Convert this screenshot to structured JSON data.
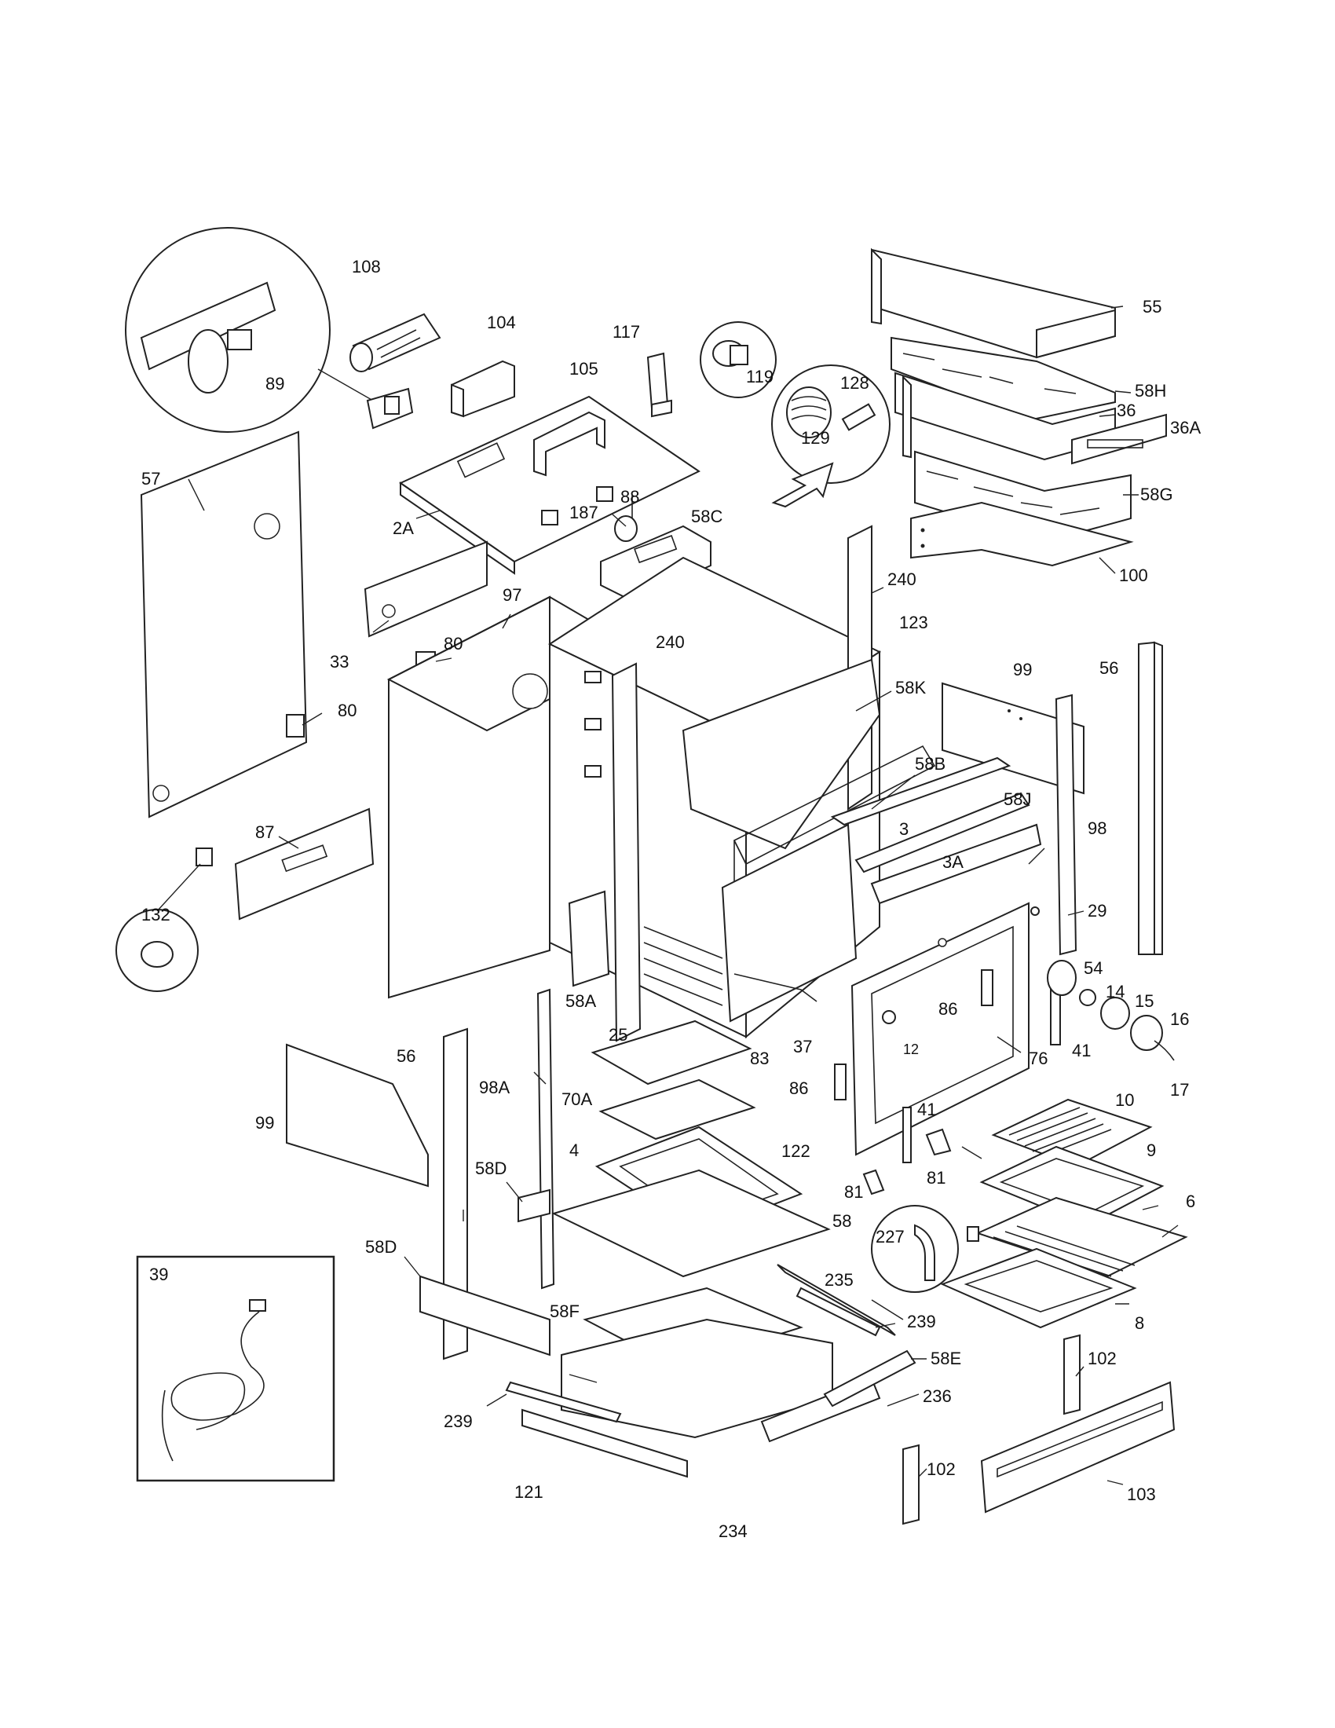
{
  "labels": {
    "l55": "55",
    "l58H": "58H",
    "l36": "36",
    "l36A": "36A",
    "l58G": "58G",
    "l100": "100",
    "l108": "108",
    "l104": "104",
    "l117": "117",
    "l119": "119",
    "l128": "128",
    "l129": "129",
    "l105": "105",
    "l89": "89",
    "l57": "57",
    "l2A": "2A",
    "l187": "187",
    "l88": "88",
    "l58C": "58C",
    "l240a": "240",
    "l240b": "240",
    "l123": "123",
    "l97": "97",
    "l33": "33",
    "l80a": "80",
    "l80b": "80",
    "l58K": "58K",
    "l99a": "99",
    "l56a": "56",
    "l58B": "58B",
    "l3A": "3A",
    "l58J": "58J",
    "l3": "3",
    "l98": "98",
    "l87": "87",
    "l132": "132",
    "l29": "29",
    "l54": "54",
    "l14": "14",
    "l15": "15",
    "l16": "16",
    "l17": "17",
    "l58A": "58A",
    "l86a": "86",
    "l12": "12",
    "l41a": "41",
    "l76": "76",
    "l83": "83",
    "l37": "37",
    "l25": "25",
    "l56b": "56",
    "l98A": "98A",
    "l70A": "70A",
    "l86b": "86",
    "l41b": "41",
    "l10": "10",
    "l99b": "99",
    "l4": "4",
    "l122": "122",
    "l81a": "81",
    "l81b": "81",
    "l9": "9",
    "l58D1": "58D",
    "l58": "58",
    "l6": "6",
    "l227": "227",
    "l58D2": "58D",
    "l39": "39",
    "l235": "235",
    "l58F": "58F",
    "l239a": "239",
    "l8": "8",
    "l58E": "58E",
    "l102a": "102",
    "l236": "236",
    "l239b": "239",
    "l121": "121",
    "l102b": "102",
    "l103": "103",
    "l234": "234"
  }
}
